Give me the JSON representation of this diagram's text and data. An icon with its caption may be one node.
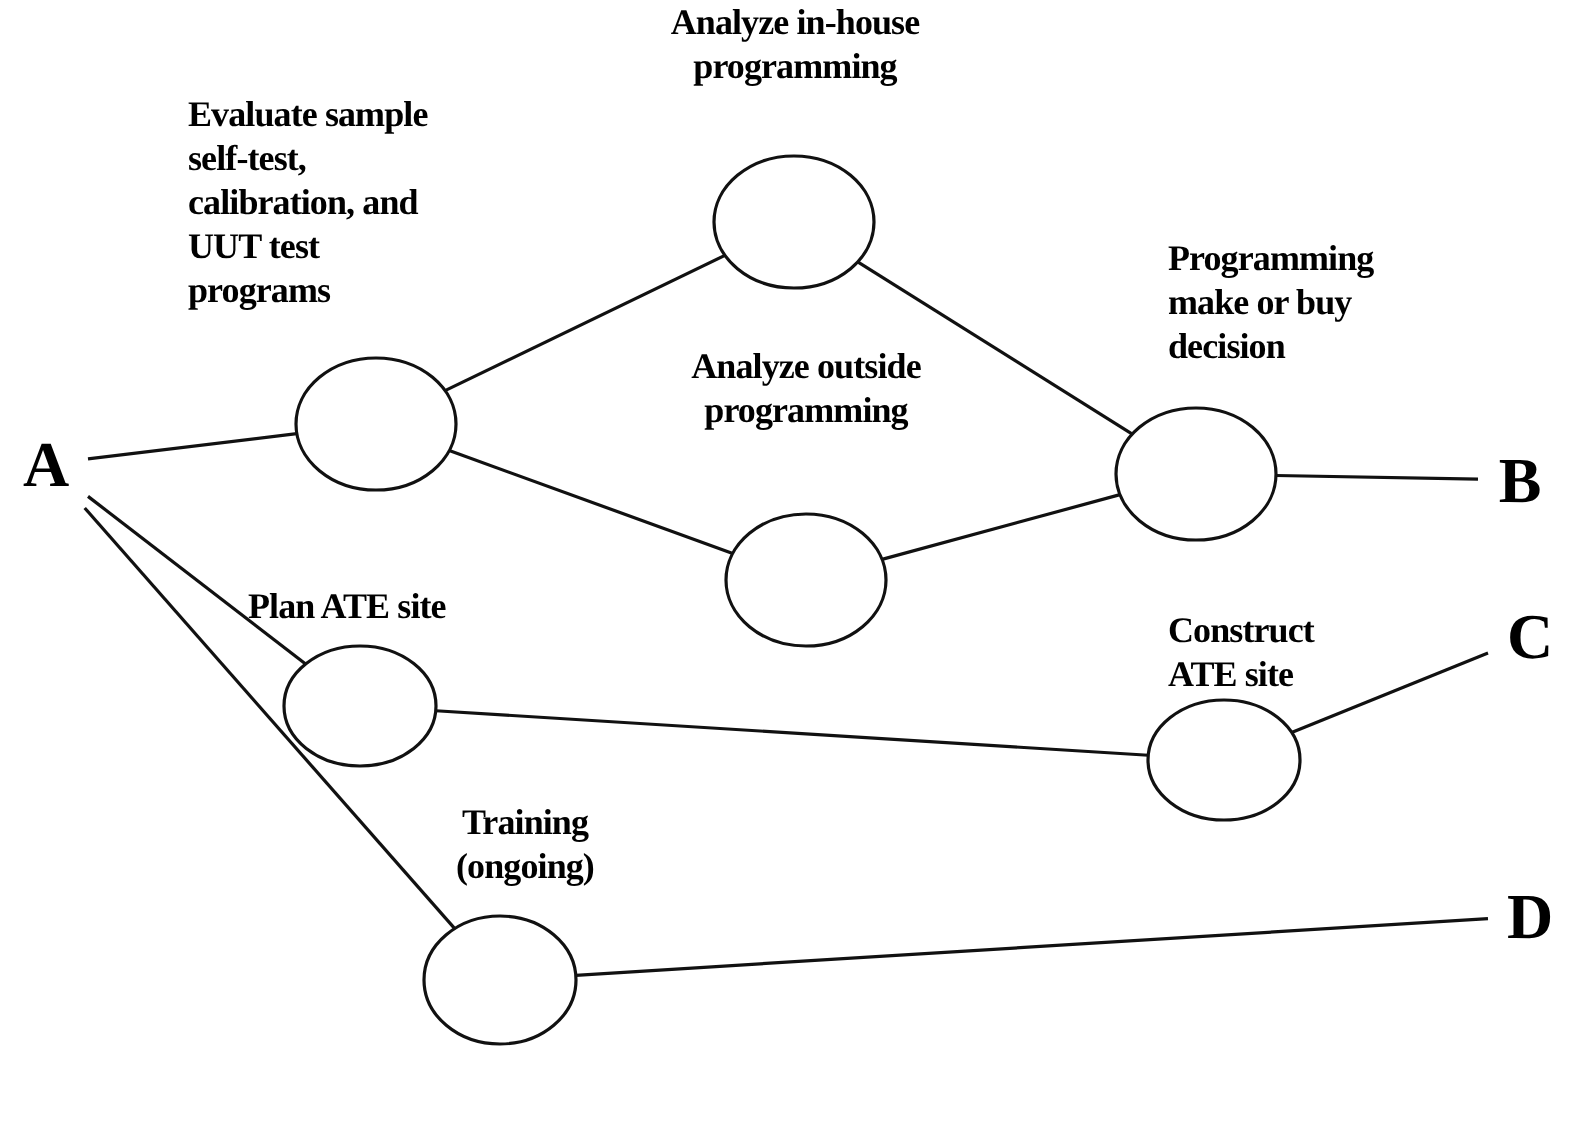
{
  "diagram": {
    "nodes": [
      {
        "text": [
          "A"
        ]
      },
      {
        "text": [
          "Evaluate sample self-test, calibration, and UUT test programs"
        ]
      },
      {
        "text": [
          "Analyze in-house programming"
        ]
      },
      {
        "text": [
          "Analyze outside programming"
        ]
      },
      {
        "text": [
          "Programming make or buy decision"
        ]
      },
      {
        "text": [
          "B"
        ]
      },
      {
        "text": [
          "Plan ATE site"
        ]
      },
      {
        "text": [
          "Construct ATE site"
        ]
      },
      {
        "text": [
          "C"
        ]
      },
      {
        "text": [
          "Training (ongoing)"
        ]
      },
      {
        "text": [
          "D"
        ]
      }
    ],
    "edges": [
      {
        "from": 0,
        "to": 1,
        "arrow": "none"
      },
      {
        "from": 1,
        "to": 2,
        "arrow": "none"
      },
      {
        "from": 1,
        "to": 3,
        "arrow": "none"
      },
      {
        "from": 2,
        "to": 4,
        "arrow": "none"
      },
      {
        "from": 3,
        "to": 4,
        "arrow": "none"
      },
      {
        "from": 4,
        "to": 5,
        "arrow": "none"
      },
      {
        "from": 0,
        "to": 6,
        "arrow": "none"
      },
      {
        "from": 6,
        "to": 7,
        "arrow": "none"
      },
      {
        "from": 7,
        "to": 8,
        "arrow": "none"
      },
      {
        "from": 0,
        "to": 9,
        "arrow": "none"
      },
      {
        "from": 9,
        "to": 10,
        "arrow": "none"
      }
    ]
  }
}
